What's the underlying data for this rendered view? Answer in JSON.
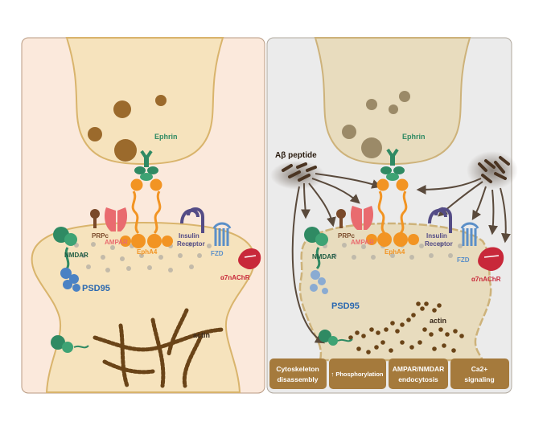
{
  "left_panel": {
    "ephrin": "Ephrin",
    "prpc": "PRPc",
    "ampar": "AMPAR",
    "nmdar": "NMDAR",
    "epha4": "EphA4",
    "insulin1": "Insulin",
    "insulin2": "Receptor",
    "fzd": "FZD",
    "a7nachr": "α7nAChR",
    "psd95": "PSD95",
    "actin": "actin"
  },
  "right_panel": {
    "ephrin": "Ephrin",
    "abeta": "Aβ peptide",
    "prpc": "PRPc",
    "ampar": "AMPAR",
    "nmdar": "NMDAR",
    "epha4": "EphA4",
    "insulin1": "Insulin",
    "insulin2": "Receptor",
    "fzd": "FZD",
    "a7nachr": "α7nAChR",
    "psd95": "PSD95",
    "actin": "actin"
  },
  "effects": [
    {
      "line1": "Cytoskeleton",
      "line2": "disassembly"
    },
    {
      "line1": "↑ Phosphorylation",
      "line2": ""
    },
    {
      "line1": "AMPAR/NMDAR",
      "line2": "endocytosis"
    },
    {
      "line1": "Ca2+",
      "line2": "signaling"
    }
  ],
  "colors": {
    "left_bg": "#fbe9dc",
    "right_bg": "#ebebeb",
    "bouton": "#f6e3bd",
    "membrane": "#d9b46c",
    "effect_box": "#a57a3c",
    "green": "#2f8a63",
    "orange": "#f29423",
    "pink": "#e96b6f",
    "purple": "#544c86",
    "blue": "#5b8fc8",
    "red": "#c8283a",
    "actin": "#6a4418",
    "abeta": "#4a3422"
  }
}
